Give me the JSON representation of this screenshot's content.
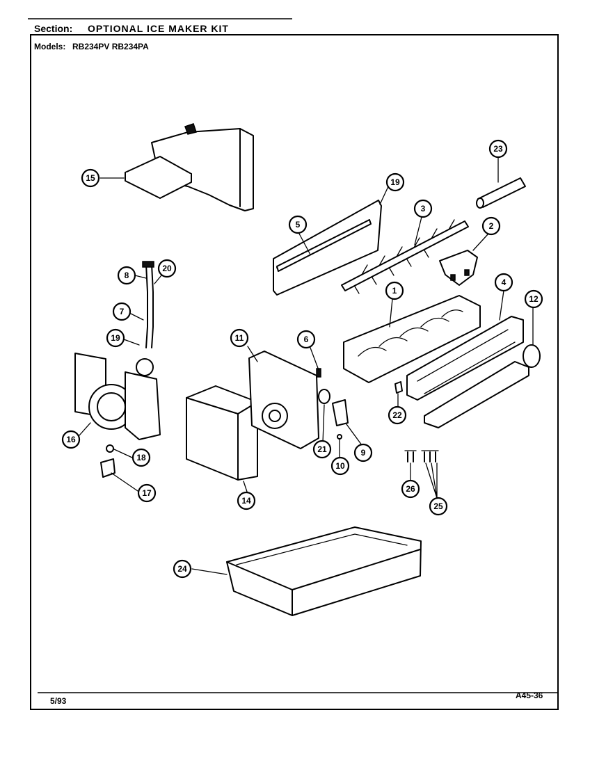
{
  "header": {
    "section_label": "Section:",
    "section_title": "OPTIONAL ICE MAKER KIT",
    "models_label": "Models:",
    "models_value": "RB234PV RB234PA"
  },
  "footer": {
    "date": "5/93",
    "page_code": "A45-36"
  },
  "callouts": [
    {
      "label": "15"
    },
    {
      "label": "23"
    },
    {
      "label": "19"
    },
    {
      "label": "5"
    },
    {
      "label": "3"
    },
    {
      "label": "2"
    },
    {
      "label": "8"
    },
    {
      "label": "20"
    },
    {
      "label": "7"
    },
    {
      "label": "19"
    },
    {
      "label": "11"
    },
    {
      "label": "6"
    },
    {
      "label": "1"
    },
    {
      "label": "4"
    },
    {
      "label": "12"
    },
    {
      "label": "16"
    },
    {
      "label": "18"
    },
    {
      "label": "17"
    },
    {
      "label": "14"
    },
    {
      "label": "21"
    },
    {
      "label": "10"
    },
    {
      "label": "9"
    },
    {
      "label": "22"
    },
    {
      "label": "26"
    },
    {
      "label": "25"
    },
    {
      "label": "24"
    }
  ]
}
